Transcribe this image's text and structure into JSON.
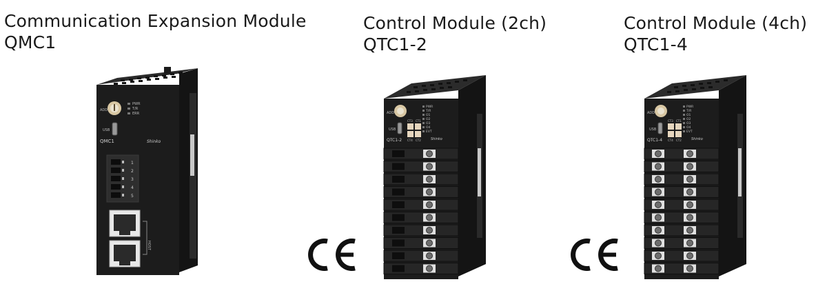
{
  "products": [
    {
      "name": "Communication Expansion Module",
      "model": "QMC1",
      "front": {
        "addr": "ADD",
        "usb": "USB",
        "leds": [
          "PWR",
          "T/R",
          "ERR"
        ],
        "port": "HOST",
        "terminals": [
          "1",
          "2",
          "3",
          "4",
          "5"
        ]
      }
    },
    {
      "name": "Control Module (2ch)",
      "model": "QTC1-2",
      "front": {
        "addr": "ADD",
        "usb": "USB",
        "leds": [
          "PWR",
          "T/R",
          "O1",
          "O2",
          "O3",
          "O4",
          "EVT"
        ],
        "ct": [
          "CT3",
          "CT1",
          "CT4",
          "CT2"
        ]
      }
    },
    {
      "name": "Control Module (4ch)",
      "model": "QTC1-4",
      "front": {
        "addr": "ADD",
        "usb": "USB",
        "leds": [
          "PWR",
          "T/R",
          "O1",
          "O2",
          "O3",
          "O4",
          "EVT"
        ],
        "ct": [
          "CT3",
          "CT1",
          "CT4",
          "CT2"
        ]
      }
    }
  ],
  "brand": "Shinko",
  "certification": "CE"
}
